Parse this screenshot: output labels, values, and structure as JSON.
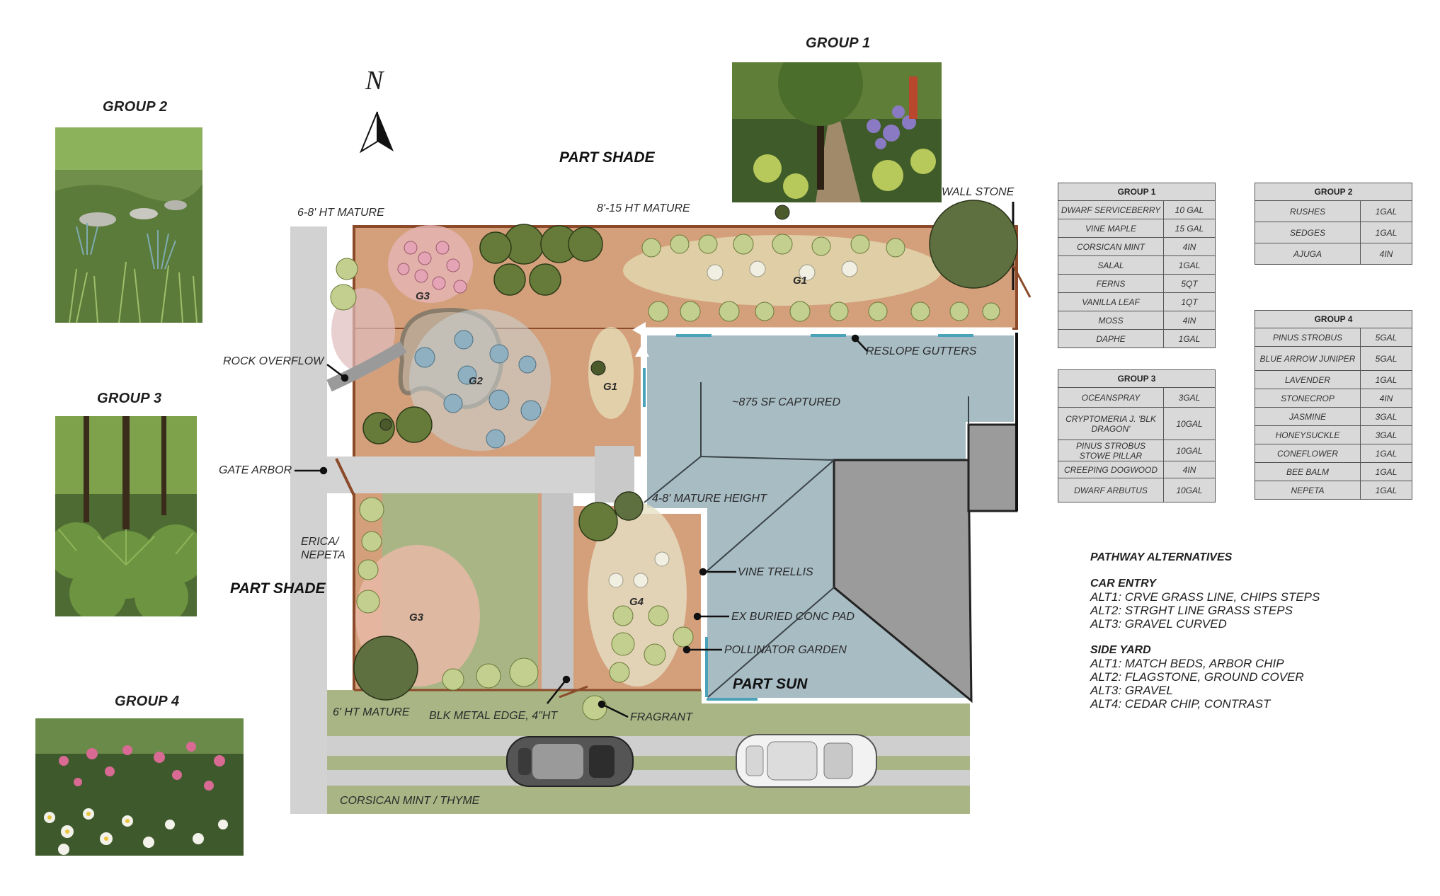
{
  "north_label": "N",
  "groups": {
    "g1_title": "GROUP 1",
    "g2_title": "GROUP 2",
    "g3_title": "GROUP 3",
    "g4_title": "GROUP 4"
  },
  "plan_labels": {
    "part_shade_top": "PART SHADE",
    "part_shade_left": "PART SHADE",
    "part_sun": "PART SUN",
    "mature_6_8": "6-8' HT MATURE",
    "mature_8_15": "8'-15 HT MATURE",
    "wall_stone": "WALL STONE",
    "rock_overflow": "ROCK OVERFLOW",
    "reslope_gutters": "RESLOPE GUTTERS",
    "captured": "~875 SF CAPTURED",
    "gate_arbor": "GATE ARBOR",
    "mature_4_8": "4-8' MATURE HEIGHT",
    "erica_1": "ERICA/",
    "erica_2": "NEPETA",
    "vine_trellis": "VINE TRELLIS",
    "conc_pad": "EX BURIED CONC PAD",
    "pollinator": "POLLINATOR GARDEN",
    "mature_6": "6' HT MATURE",
    "metal_edge": "BLK METAL EDGE, 4\"HT",
    "fragrant": "FRAGRANT",
    "mint_thyme": "CORSICAN MINT / THYME",
    "bed_g1a": "G1",
    "bed_g1b": "G1",
    "bed_g2": "G2",
    "bed_g3a": "G3",
    "bed_g3b": "G3",
    "bed_g4": "G4"
  },
  "tables": {
    "group1": {
      "title": "GROUP 1",
      "rows": [
        [
          "DWARF SERVICEBERRY",
          "10 GAL"
        ],
        [
          "VINE MAPLE",
          "15 GAL"
        ],
        [
          "CORSICAN MINT",
          "4IN"
        ],
        [
          "SALAL",
          "1GAL"
        ],
        [
          "FERNS",
          "5QT"
        ],
        [
          "VANILLA LEAF",
          "1QT"
        ],
        [
          "MOSS",
          "4IN"
        ],
        [
          "DAPHE",
          "1GAL"
        ]
      ]
    },
    "group2": {
      "title": "GROUP 2",
      "rows": [
        [
          "RUSHES",
          "1GAL"
        ],
        [
          "SEDGES",
          "1GAL"
        ],
        [
          "AJUGA",
          "4IN"
        ]
      ]
    },
    "group3": {
      "title": "GROUP 3",
      "rows": [
        [
          "OCEANSPRAY",
          "3GAL"
        ],
        [
          "CRYPTOMERIA J. 'BLK DRAGON'",
          "10GAL"
        ],
        [
          "PINUS STROBUS STOWE PILLAR",
          "10GAL"
        ],
        [
          "CREEPING DOGWOOD",
          "4IN"
        ],
        [
          "DWARF ARBUTUS",
          "10GAL"
        ]
      ]
    },
    "group4": {
      "title": "GROUP 4",
      "rows": [
        [
          "PINUS STROBUS",
          "5GAL"
        ],
        [
          "BLUE ARROW JUNIPER",
          "5GAL"
        ],
        [
          "LAVENDER",
          "1GAL"
        ],
        [
          "STONECROP",
          "4IN"
        ],
        [
          "JASMINE",
          "3GAL"
        ],
        [
          "HONEYSUCKLE",
          "3GAL"
        ],
        [
          "CONEFLOWER",
          "1GAL"
        ],
        [
          "BEE BALM",
          "1GAL"
        ],
        [
          "NEPETA",
          "1GAL"
        ]
      ]
    }
  },
  "notes": {
    "heading": "PATHWAY ALTERNATIVES",
    "car_title": "CAR ENTRY",
    "car_1": "ALT1: CRVE GRASS LINE, CHIPS STEPS",
    "car_2": "ALT2: STRGHT LINE GRASS STEPS",
    "car_3": "ALT3: GRAVEL CURVED",
    "side_title": "SIDE YARD",
    "side_1": "ALT1: MATCH BEDS, ARBOR CHIP",
    "side_2": "ALT2: FLAGSTONE, GROUND COVER",
    "side_3": "ALT3: GRAVEL",
    "side_4": "ALT4: CEDAR CHIP, CONTRAST"
  },
  "colors": {
    "bed_soil": "#d4a07c",
    "lawn": "#a9b585",
    "roof_blue": "#a8bcc4",
    "roof_gray": "#9b9b9b",
    "path_gray": "#c4c4c4",
    "accent_teal": "#4aa3b8"
  }
}
